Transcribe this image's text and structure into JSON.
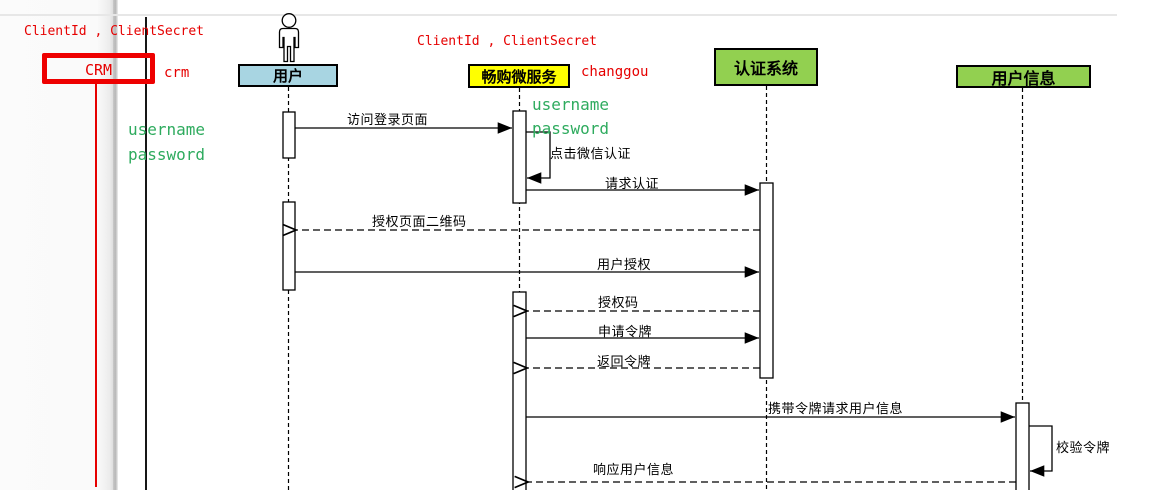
{
  "diagram_type": "uml-sequence",
  "colors": {
    "annotation_red": "#e60000",
    "annotation_green": "#2eab5e",
    "user_box_fill": "#a8d5e2",
    "changgou_box_fill": "#ffff00",
    "system_box_fill": "#92d050",
    "highlight_rect_border": "#ee0000",
    "line_black": "#000000"
  },
  "annotations": {
    "client_credentials_left": "ClientId , ClientSecret",
    "client_credentials_middle": "ClientId , ClientSecret",
    "crm_highlight": "CRM",
    "crm_note": "crm",
    "changgou_note": "changgou",
    "username_left": "username",
    "password_left": "password",
    "username_middle": "username",
    "password_middle": "password"
  },
  "lifelines": [
    {
      "id": "user",
      "label": "用户"
    },
    {
      "id": "changgou",
      "label": "畅购微服务"
    },
    {
      "id": "auth",
      "label": "认证系统"
    },
    {
      "id": "userinfo",
      "label": "用户信息"
    }
  ],
  "messages": [
    {
      "label": "访问登录页面",
      "from": "用户",
      "to": "畅购微服务",
      "style": "solid"
    },
    {
      "label": "点击微信认证",
      "from": "畅购微服务",
      "to": "畅购微服务",
      "style": "self"
    },
    {
      "label": "请求认证",
      "from": "畅购微服务",
      "to": "认证系统",
      "style": "solid"
    },
    {
      "label": "授权页面二维码",
      "from": "认证系统",
      "to": "用户",
      "style": "dashed-return"
    },
    {
      "label": "用户授权",
      "from": "用户",
      "to": "认证系统",
      "style": "solid"
    },
    {
      "label": "授权码",
      "from": "认证系统",
      "to": "畅购微服务",
      "style": "dashed-return"
    },
    {
      "label": "申请令牌",
      "from": "畅购微服务",
      "to": "认证系统",
      "style": "solid"
    },
    {
      "label": "返回令牌",
      "from": "认证系统",
      "to": "畅购微服务",
      "style": "dashed-return"
    },
    {
      "label": "携带令牌请求用户信息",
      "from": "畅购微服务",
      "to": "用户信息",
      "style": "solid"
    },
    {
      "label": "校验令牌",
      "from": "用户信息",
      "to": "用户信息",
      "style": "self"
    },
    {
      "label": "响应用户信息",
      "from": "用户信息",
      "to": "畅购微服务",
      "style": "dashed-return"
    }
  ]
}
